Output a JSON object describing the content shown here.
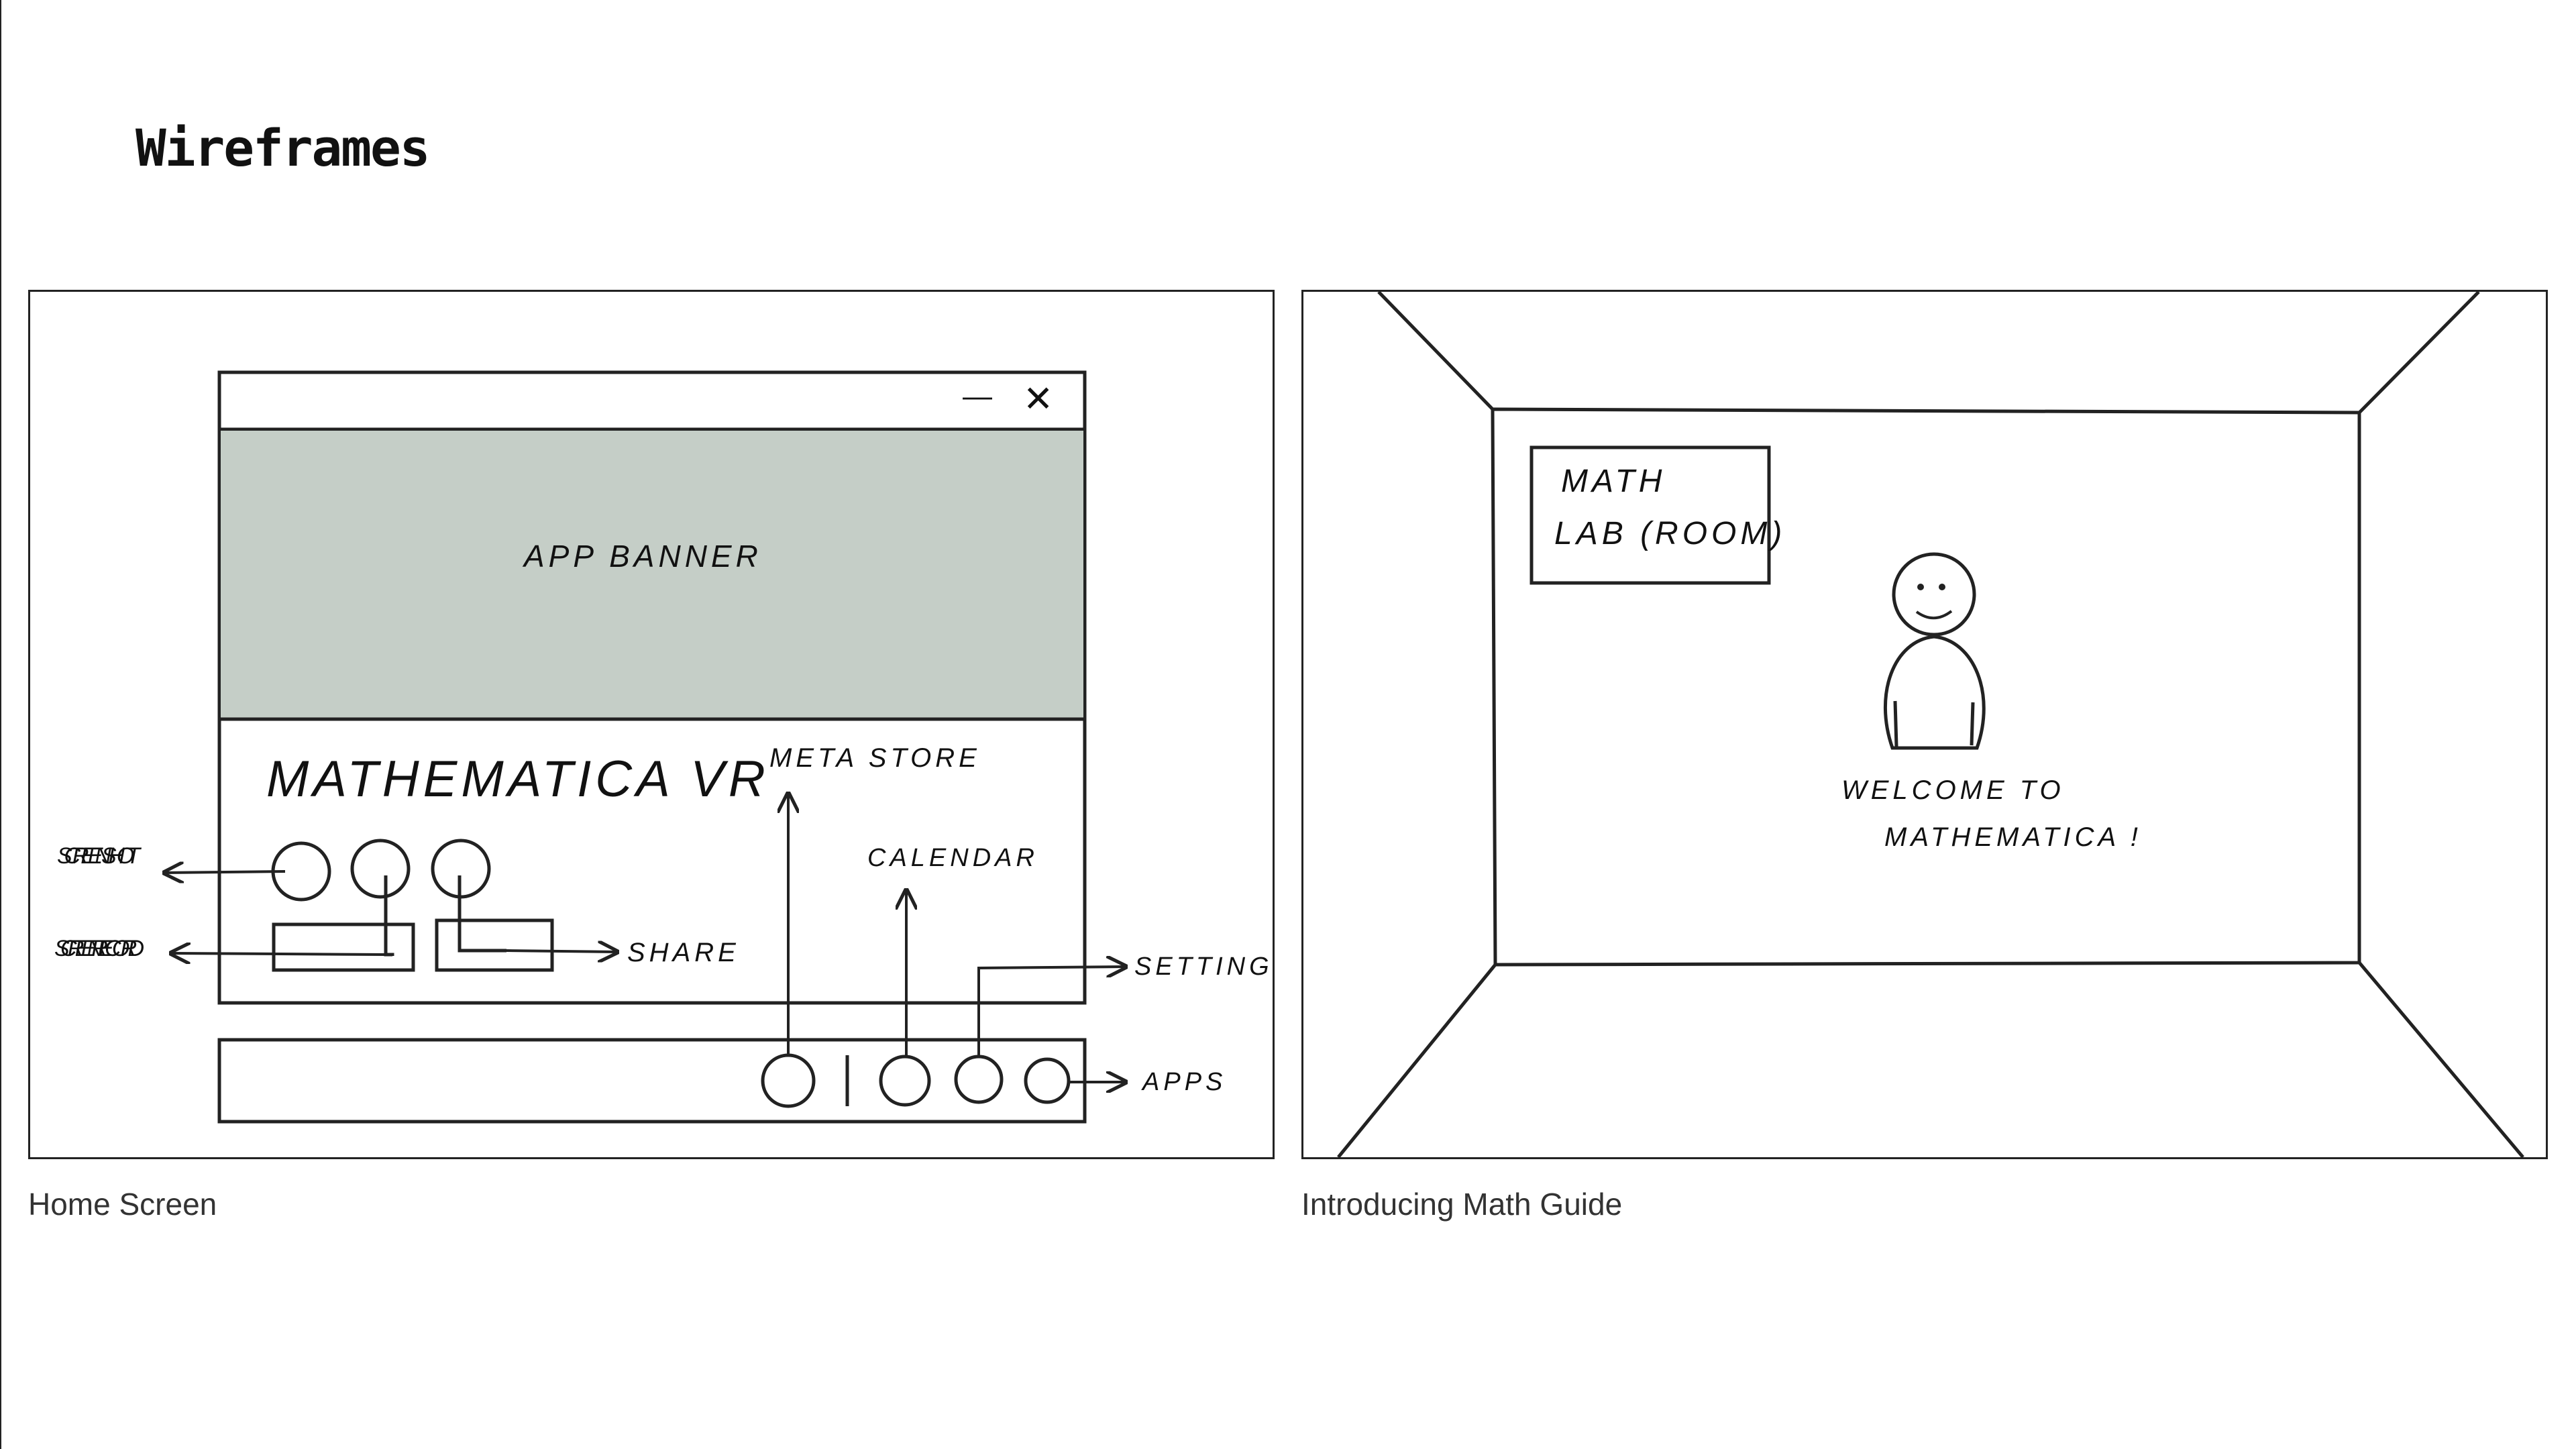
{
  "page": {
    "title": "Wireframes"
  },
  "home_screen": {
    "caption": "Home Screen",
    "app_banner": "APP BANNER",
    "app_title": "MATHEMATICA VR",
    "meta_store": "META STORE",
    "calendar": "CALENDAR",
    "screenshot": "SCREEN SHOT",
    "screen_record": "SCREEN RECORD",
    "share": "SHARE",
    "settings": "SETTINGS",
    "apps": "APPS",
    "minimize_glyph": "—",
    "close_glyph": "✕",
    "colors": {
      "banner": "#c5cec7",
      "line": "#222222"
    }
  },
  "math_guide": {
    "caption": "Introducing Math Guide",
    "sign_line1": "MATH",
    "sign_line2": "LAB (ROOM)",
    "welcome_line1": "WELCOME TO",
    "welcome_line2": "MATHEMATICA !"
  }
}
